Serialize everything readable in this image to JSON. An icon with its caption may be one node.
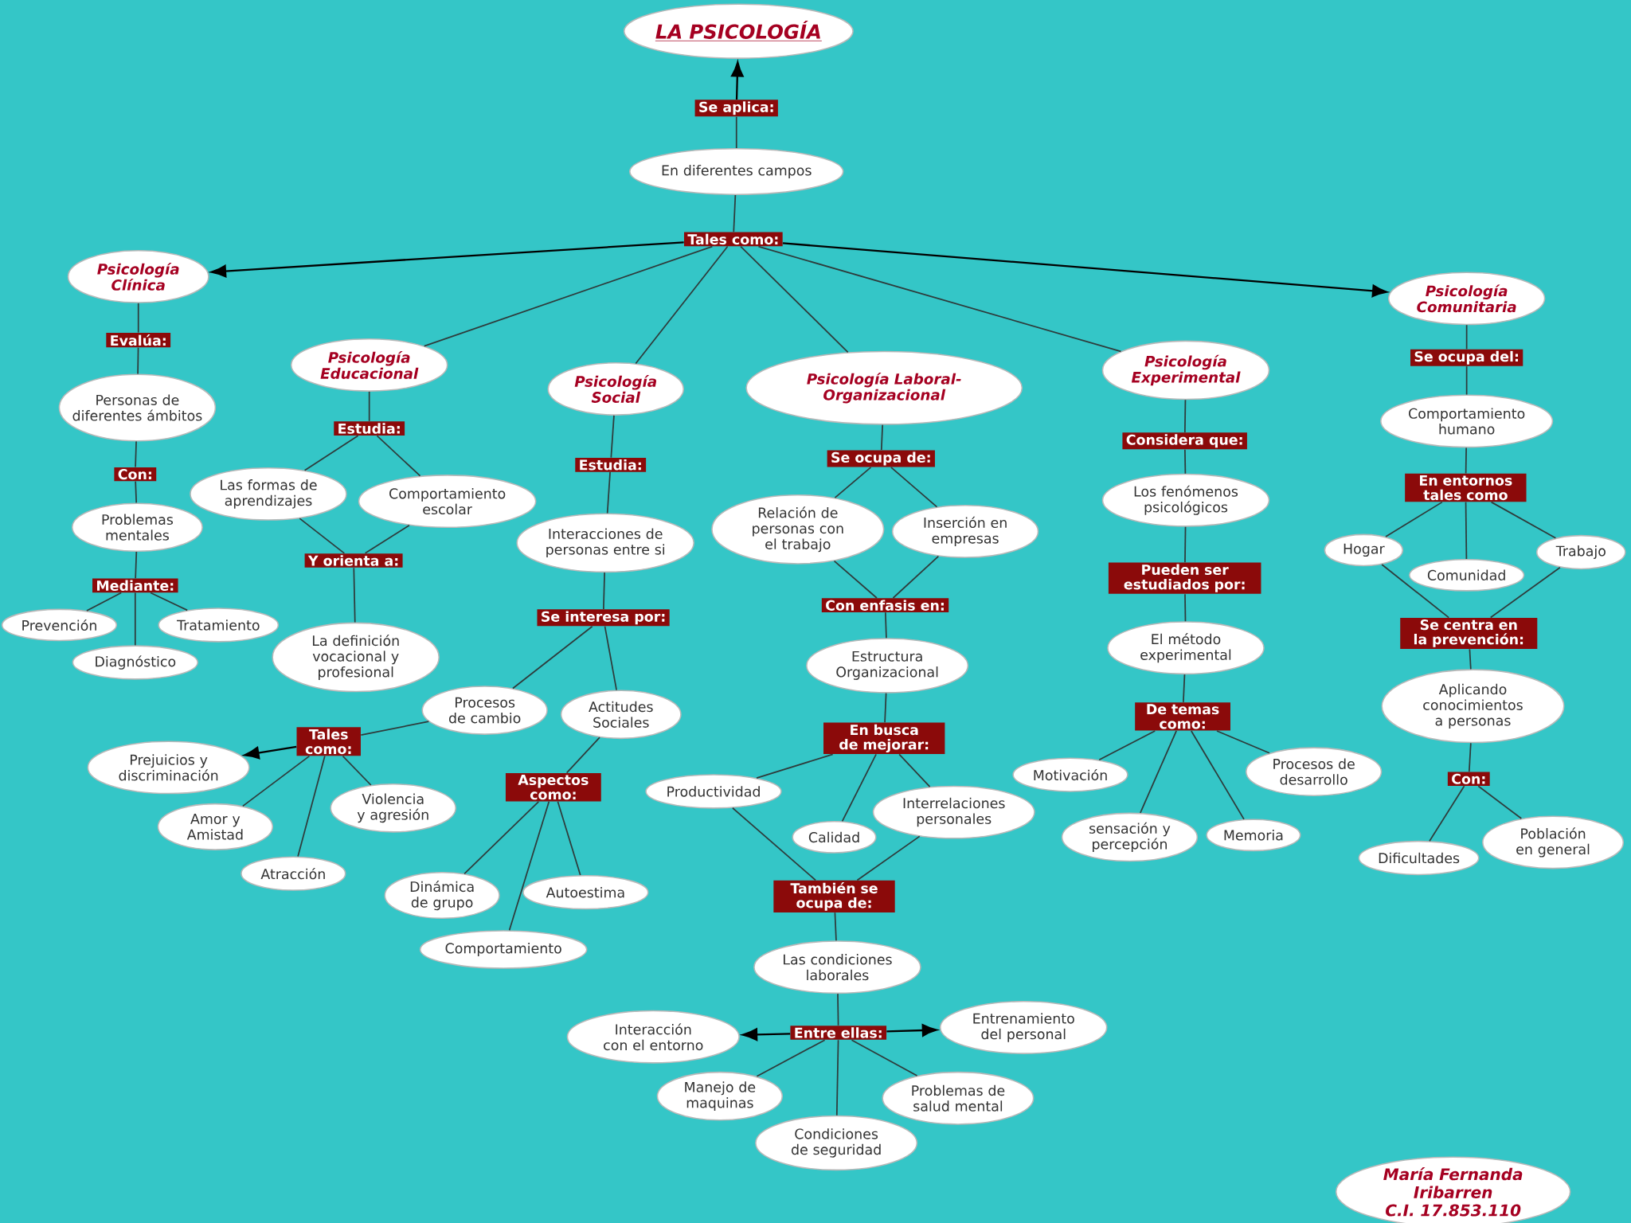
{
  "diagram": {
    "nodes": [
      {
        "text": [
          "LA PSICOLOGÍA"
        ]
      },
      {
        "text": [
          "Se aplica:"
        ]
      },
      {
        "text": [
          "En diferentes campos"
        ]
      },
      {
        "text": [
          "Tales como:"
        ]
      },
      {
        "text": [
          "Psicología Clínica"
        ]
      },
      {
        "text": [
          "Evalúa:"
        ]
      },
      {
        "text": [
          "Personas de diferentes ámbitos"
        ]
      },
      {
        "text": [
          "Con:"
        ]
      },
      {
        "text": [
          "Problemas mentales"
        ]
      },
      {
        "text": [
          "Mediante:"
        ]
      },
      {
        "text": [
          "Prevención"
        ]
      },
      {
        "text": [
          "Tratamiento"
        ]
      },
      {
        "text": [
          "Diagnóstico"
        ]
      },
      {
        "text": [
          "Psicología Educacional"
        ]
      },
      {
        "text": [
          "Estudia:"
        ]
      },
      {
        "text": [
          "Las formas de aprendizajes"
        ]
      },
      {
        "text": [
          "Comportamiento escolar"
        ]
      },
      {
        "text": [
          "Y orienta a:"
        ]
      },
      {
        "text": [
          "La definición vocacional y profesional"
        ]
      },
      {
        "text": [
          "Psicología Social"
        ]
      },
      {
        "text": [
          "Estudia:"
        ]
      },
      {
        "text": [
          "Interacciones de personas entre si"
        ]
      },
      {
        "text": [
          "Se interesa por:"
        ]
      },
      {
        "text": [
          "Procesos de cambio"
        ]
      },
      {
        "text": [
          "Actitudes Sociales"
        ]
      },
      {
        "text": [
          "Tales como:"
        ]
      },
      {
        "text": [
          "Prejuicios y discriminación"
        ]
      },
      {
        "text": [
          "Amor y Amistad"
        ]
      },
      {
        "text": [
          "Violencia y agresión"
        ]
      },
      {
        "text": [
          "Atracción"
        ]
      },
      {
        "text": [
          "Aspectos como:"
        ]
      },
      {
        "text": [
          "Dinámica de grupo"
        ]
      },
      {
        "text": [
          "Autoestima"
        ]
      },
      {
        "text": [
          "Comportamiento"
        ]
      },
      {
        "text": [
          "Psicología Laboral-Organizacional"
        ]
      },
      {
        "text": [
          "Se ocupa de:"
        ]
      },
      {
        "text": [
          "Relación de personas con el trabajo"
        ]
      },
      {
        "text": [
          "Inserción en empresas"
        ]
      },
      {
        "text": [
          "Con enfasis en:"
        ]
      },
      {
        "text": [
          "Estructura Organizacional"
        ]
      },
      {
        "text": [
          "En busca de mejorar:"
        ]
      },
      {
        "text": [
          "Productividad"
        ]
      },
      {
        "text": [
          "Interrelaciones personales"
        ]
      },
      {
        "text": [
          "Calidad"
        ]
      },
      {
        "text": [
          "También se ocupa de:"
        ]
      },
      {
        "text": [
          "Las condiciones laborales"
        ]
      },
      {
        "text": [
          "Entre ellas:"
        ]
      },
      {
        "text": [
          "Interacción con el entorno"
        ]
      },
      {
        "text": [
          "Entrenamiento del personal"
        ]
      },
      {
        "text": [
          "Manejo de maquinas"
        ]
      },
      {
        "text": [
          "Problemas de salud mental"
        ]
      },
      {
        "text": [
          "Condiciones de seguridad"
        ]
      },
      {
        "text": [
          "Psicología Experimental"
        ]
      },
      {
        "text": [
          "Considera que:"
        ]
      },
      {
        "text": [
          "Los fenómenos psicológicos"
        ]
      },
      {
        "text": [
          "Pueden ser estudiados por:"
        ]
      },
      {
        "text": [
          "El método experimental"
        ]
      },
      {
        "text": [
          "De temas como:"
        ]
      },
      {
        "text": [
          "Motivación"
        ]
      },
      {
        "text": [
          "Procesos de desarrollo"
        ]
      },
      {
        "text": [
          "sensación y percepción"
        ]
      },
      {
        "text": [
          "Memoria"
        ]
      },
      {
        "text": [
          "Psicología Comunitaria"
        ]
      },
      {
        "text": [
          "Se ocupa del:"
        ]
      },
      {
        "text": [
          "Comportamiento humano"
        ]
      },
      {
        "text": [
          "En entornos tales como"
        ]
      },
      {
        "text": [
          "Hogar"
        ]
      },
      {
        "text": [
          "Comunidad"
        ]
      },
      {
        "text": [
          "Trabajo"
        ]
      },
      {
        "text": [
          "Se centra en la prevención:"
        ]
      },
      {
        "text": [
          "Aplicando conocimientos a personas"
        ]
      },
      {
        "text": [
          "Con:"
        ]
      },
      {
        "text": [
          "Dificultades"
        ]
      },
      {
        "text": [
          "Población en general"
        ]
      },
      {
        "text": [
          "María Fernanda Iribarren",
          "C.I. 17.853.110"
        ]
      }
    ],
    "edges": [
      {
        "from": 2,
        "to": 1,
        "arrow": "none"
      },
      {
        "from": 1,
        "to": 0,
        "arrow": "to"
      },
      {
        "from": 2,
        "to": 3,
        "arrow": "none"
      },
      {
        "from": 3,
        "to": 4,
        "arrow": "to"
      },
      {
        "from": 3,
        "to": 13,
        "arrow": "none"
      },
      {
        "from": 3,
        "to": 19,
        "arrow": "none"
      },
      {
        "from": 3,
        "to": 34,
        "arrow": "none"
      },
      {
        "from": 3,
        "to": 52,
        "arrow": "none"
      },
      {
        "from": 3,
        "to": 62,
        "arrow": "to"
      },
      {
        "from": 4,
        "to": 5,
        "arrow": "none"
      },
      {
        "from": 5,
        "to": 6,
        "arrow": "none"
      },
      {
        "from": 6,
        "to": 7,
        "arrow": "none"
      },
      {
        "from": 7,
        "to": 8,
        "arrow": "none"
      },
      {
        "from": 8,
        "to": 9,
        "arrow": "none"
      },
      {
        "from": 9,
        "to": 10,
        "arrow": "none"
      },
      {
        "from": 9,
        "to": 11,
        "arrow": "none"
      },
      {
        "from": 9,
        "to": 12,
        "arrow": "none"
      },
      {
        "from": 13,
        "to": 14,
        "arrow": "none"
      },
      {
        "from": 14,
        "to": 15,
        "arrow": "none"
      },
      {
        "from": 14,
        "to": 16,
        "arrow": "none"
      },
      {
        "from": 15,
        "to": 17,
        "arrow": "none"
      },
      {
        "from": 16,
        "to": 17,
        "arrow": "none"
      },
      {
        "from": 17,
        "to": 18,
        "arrow": "none"
      },
      {
        "from": 19,
        "to": 20,
        "arrow": "none"
      },
      {
        "from": 20,
        "to": 21,
        "arrow": "none"
      },
      {
        "from": 21,
        "to": 22,
        "arrow": "none"
      },
      {
        "from": 22,
        "to": 23,
        "arrow": "none"
      },
      {
        "from": 22,
        "to": 24,
        "arrow": "none"
      },
      {
        "from": 23,
        "to": 25,
        "arrow": "none"
      },
      {
        "from": 25,
        "to": 26,
        "arrow": "to"
      },
      {
        "from": 25,
        "to": 27,
        "arrow": "none"
      },
      {
        "from": 25,
        "to": 28,
        "arrow": "none"
      },
      {
        "from": 25,
        "to": 29,
        "arrow": "none"
      },
      {
        "from": 24,
        "to": 30,
        "arrow": "none"
      },
      {
        "from": 30,
        "to": 31,
        "arrow": "none"
      },
      {
        "from": 30,
        "to": 32,
        "arrow": "none"
      },
      {
        "from": 30,
        "to": 33,
        "arrow": "none"
      },
      {
        "from": 34,
        "to": 35,
        "arrow": "none"
      },
      {
        "from": 35,
        "to": 36,
        "arrow": "none"
      },
      {
        "from": 35,
        "to": 37,
        "arrow": "none"
      },
      {
        "from": 36,
        "to": 38,
        "arrow": "none"
      },
      {
        "from": 37,
        "to": 38,
        "arrow": "none"
      },
      {
        "from": 38,
        "to": 39,
        "arrow": "none"
      },
      {
        "from": 39,
        "to": 40,
        "arrow": "none"
      },
      {
        "from": 40,
        "to": 41,
        "arrow": "none"
      },
      {
        "from": 40,
        "to": 42,
        "arrow": "none"
      },
      {
        "from": 40,
        "to": 43,
        "arrow": "none"
      },
      {
        "from": 41,
        "to": 44,
        "arrow": "none"
      },
      {
        "from": 42,
        "to": 44,
        "arrow": "none"
      },
      {
        "from": 44,
        "to": 45,
        "arrow": "none"
      },
      {
        "from": 45,
        "to": 46,
        "arrow": "none"
      },
      {
        "from": 46,
        "to": 47,
        "arrow": "to"
      },
      {
        "from": 46,
        "to": 48,
        "arrow": "to"
      },
      {
        "from": 46,
        "to": 49,
        "arrow": "none"
      },
      {
        "from": 46,
        "to": 50,
        "arrow": "none"
      },
      {
        "from": 46,
        "to": 51,
        "arrow": "none"
      },
      {
        "from": 52,
        "to": 53,
        "arrow": "none"
      },
      {
        "from": 53,
        "to": 54,
        "arrow": "none"
      },
      {
        "from": 54,
        "to": 55,
        "arrow": "none"
      },
      {
        "from": 55,
        "to": 56,
        "arrow": "none"
      },
      {
        "from": 56,
        "to": 57,
        "arrow": "none"
      },
      {
        "from": 57,
        "to": 58,
        "arrow": "none"
      },
      {
        "from": 57,
        "to": 59,
        "arrow": "none"
      },
      {
        "from": 57,
        "to": 60,
        "arrow": "none"
      },
      {
        "from": 57,
        "to": 61,
        "arrow": "none"
      },
      {
        "from": 62,
        "to": 63,
        "arrow": "none"
      },
      {
        "from": 63,
        "to": 64,
        "arrow": "none"
      },
      {
        "from": 64,
        "to": 65,
        "arrow": "none"
      },
      {
        "from": 65,
        "to": 66,
        "arrow": "none"
      },
      {
        "from": 65,
        "to": 67,
        "arrow": "none"
      },
      {
        "from": 65,
        "to": 68,
        "arrow": "none"
      },
      {
        "from": 66,
        "to": 69,
        "arrow": "none"
      },
      {
        "from": 68,
        "to": 69,
        "arrow": "none"
      },
      {
        "from": 69,
        "to": 70,
        "arrow": "none"
      },
      {
        "from": 70,
        "to": 71,
        "arrow": "none"
      },
      {
        "from": 71,
        "to": 72,
        "arrow": "none"
      },
      {
        "from": 71,
        "to": 73,
        "arrow": "none"
      }
    ]
  }
}
